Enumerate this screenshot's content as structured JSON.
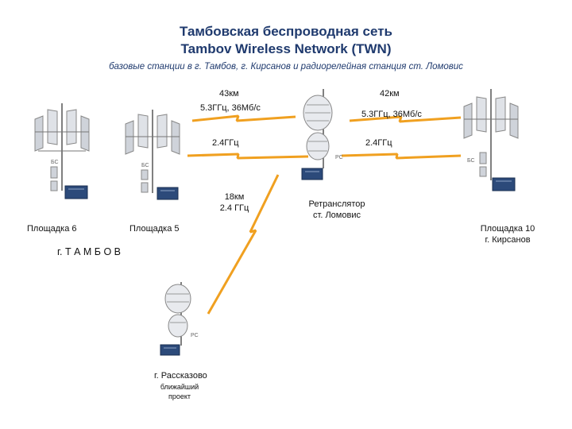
{
  "header": {
    "title_ru": "Тамбовская беспроводная сеть",
    "title_en": "Tambov Wireless Network (TWN)",
    "subtitle": "базовые станции в г. Тамбов, г. Кирсанов и радиорелейная станция ст. Ломовис"
  },
  "links": {
    "dist_43": "43км",
    "dist_42": "42км",
    "freq_left": "5.3ГГц, 36Мб/с",
    "freq_right": "5.3ГГц, 36Мб/с",
    "ghz_left": "2.4ГГц",
    "ghz_right": "2.4ГГц",
    "rass_dist": "18км",
    "rass_freq": "2.4 ГГц"
  },
  "sites": {
    "site6": "Площадка 6",
    "site5": "Площадка 5",
    "tambov": "г. Т А М Б О В",
    "repeater_line1": "Ретранслятор",
    "repeater_line2": "ст. Ломовис",
    "site10_line1": "Площадка 10",
    "site10_line2": "г. Кирсанов",
    "rass_city": "г. Рассказово",
    "rass_note1": "ближайший",
    "rass_note2": "проект"
  },
  "equipment": {
    "bs_tag": "БС",
    "rs_tag": "РС"
  },
  "colors": {
    "title": "#1f3a6e",
    "link": "#f0a020",
    "equipment": "#2c4a7a",
    "panel": "#cfd3da"
  }
}
